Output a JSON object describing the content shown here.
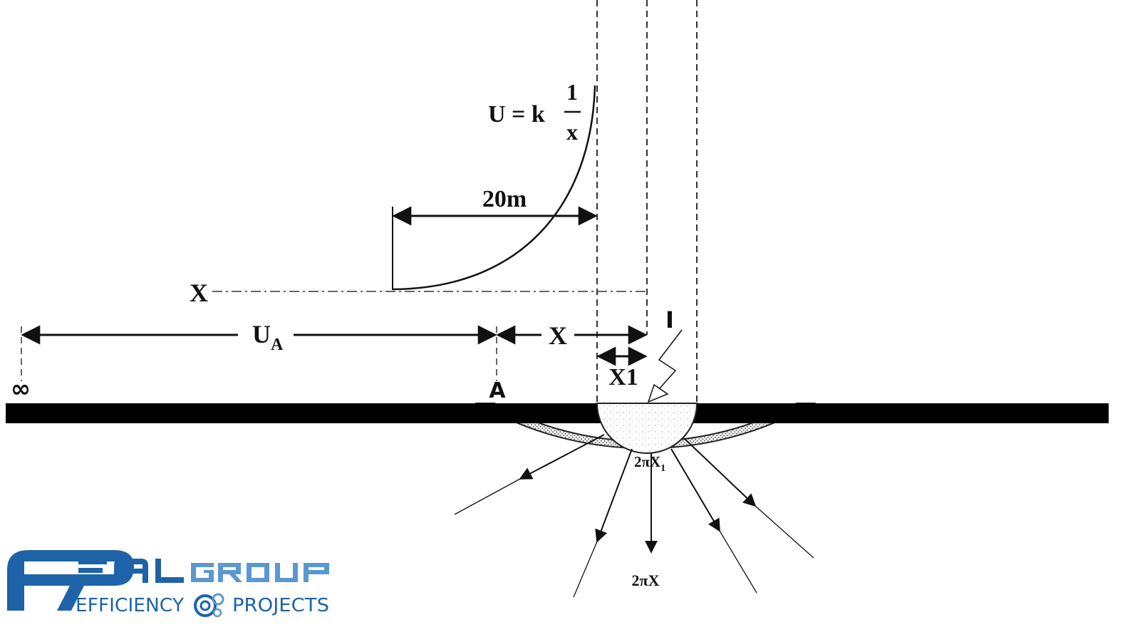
{
  "labels": {
    "formula_lhs": "U = k",
    "formula_num": "1",
    "formula_den": "x",
    "distance_20m": "20m",
    "x_axis_label": "X",
    "ua_main": "U",
    "ua_sub": "A",
    "x_distance": "X",
    "x1_distance": "X1",
    "current": "I",
    "infinity": "∞",
    "point_a": "A",
    "inner_circumference_main": "2πX",
    "inner_circumference_sub": "1",
    "outer_circumference": "2πX"
  },
  "logo": {
    "brand_word": "REAL",
    "group_word": "GROUP",
    "tagline_left": "EFFICIENCY",
    "tagline_right": "PROJECTS",
    "dark_blue": "#1e63a8",
    "light_blue": "#5b97d0"
  }
}
